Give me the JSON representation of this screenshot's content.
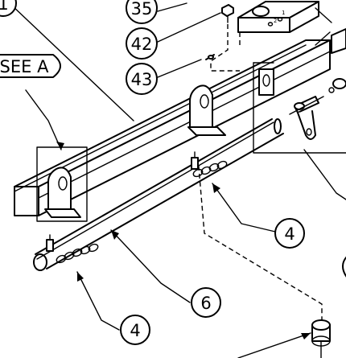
{
  "callouts": {
    "c1": "1",
    "c35": "35",
    "c42": "42",
    "c43": "43",
    "c4a": "4",
    "c4b": "4",
    "c6": "6"
  },
  "view_tag": {
    "text": "SEE A"
  }
}
